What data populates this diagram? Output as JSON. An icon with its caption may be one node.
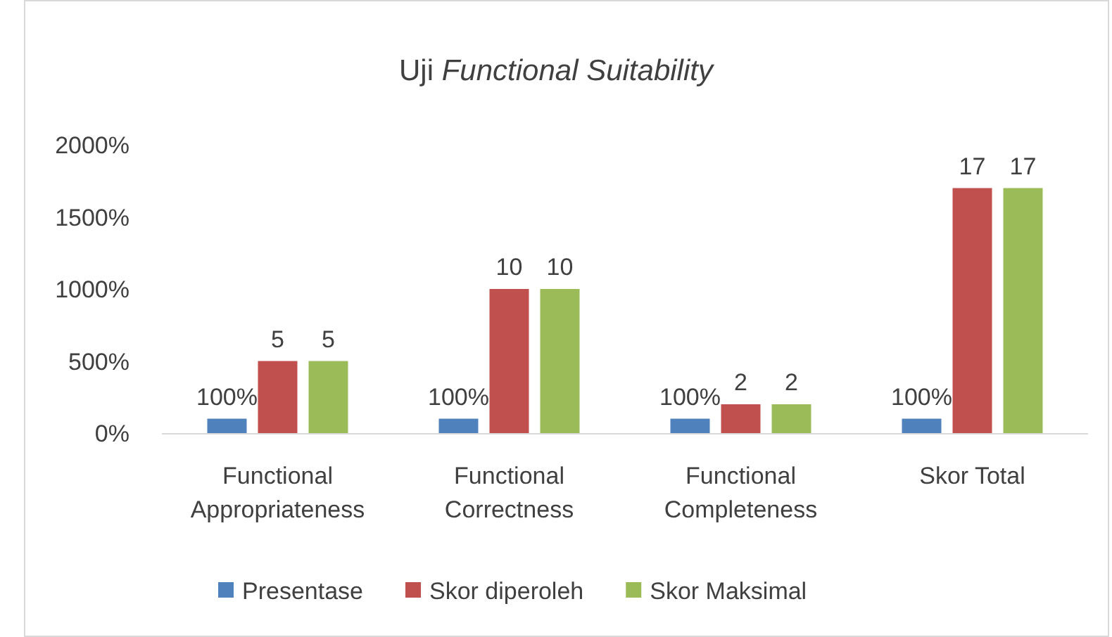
{
  "diagram": {
    "chart_data": {
      "type": "bar",
      "title": "Uji *Functional Suitability*",
      "categories": [
        [
          "Functional",
          "Appropriateness"
        ],
        [
          "Functional",
          "Correctness"
        ],
        [
          "Functional",
          "Completeness"
        ],
        [
          "Skor Total"
        ]
      ],
      "series": [
        {
          "name": "Presentase",
          "color": "#4f81bd",
          "values": [
            1,
            1,
            1,
            1
          ],
          "value_labels": [
            "100%",
            "100%",
            "100%",
            "100%"
          ]
        },
        {
          "name": "Skor diperoleh",
          "color": "#c0504d",
          "values": [
            5,
            10,
            2,
            17
          ],
          "value_labels": [
            "5",
            "10",
            "2",
            "17"
          ]
        },
        {
          "name": "Skor Maksimal",
          "color": "#9bbb59",
          "values": [
            5,
            10,
            2,
            17
          ],
          "value_labels": [
            "5",
            "10",
            "2",
            "17"
          ]
        }
      ],
      "ylim": [
        0,
        20
      ],
      "yticks": [
        {
          "value": 0,
          "label": "0%"
        },
        {
          "value": 5,
          "label": "500%"
        },
        {
          "value": 10,
          "label": "1000%"
        },
        {
          "value": 15,
          "label": "1500%"
        },
        {
          "value": 20,
          "label": "2000%"
        }
      ],
      "data_labels": "value_labels",
      "legend": "bottom"
    }
  }
}
